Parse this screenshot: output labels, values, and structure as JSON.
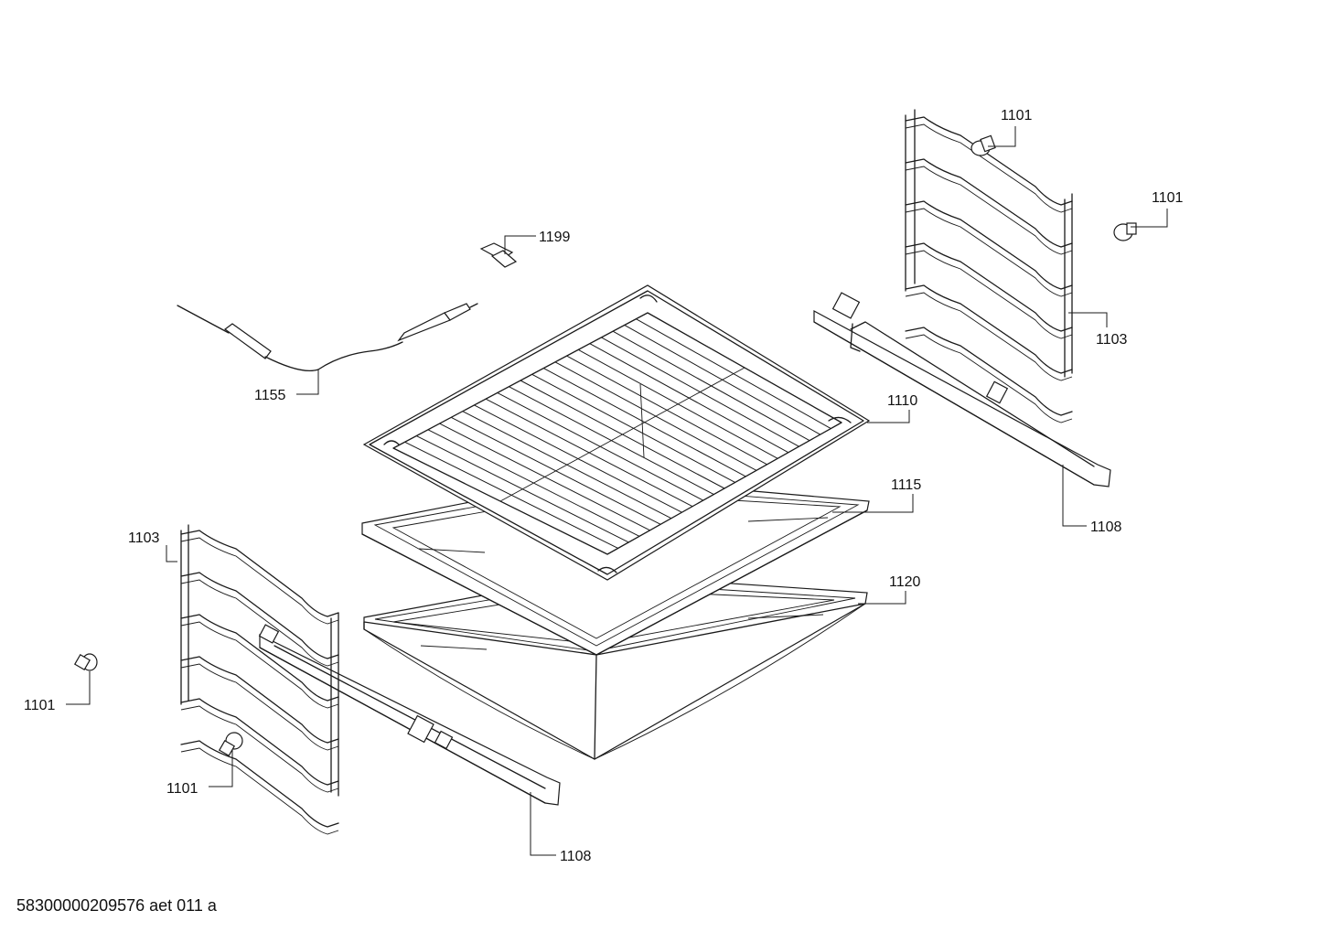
{
  "callouts": {
    "c1101_top": "1101",
    "c1101_right": "1101",
    "c1199": "1199",
    "c1103_right": "1103",
    "c1155": "1155",
    "c1110": "1110",
    "c1115": "1115",
    "c1108_right": "1108",
    "c1103_left": "1103",
    "c1120": "1120",
    "c1101_left": "1101",
    "c1101_bottom": "1101",
    "c1108_bottom": "1108"
  },
  "footer": {
    "drawing_id": "58300000209576 aet 011 a"
  }
}
